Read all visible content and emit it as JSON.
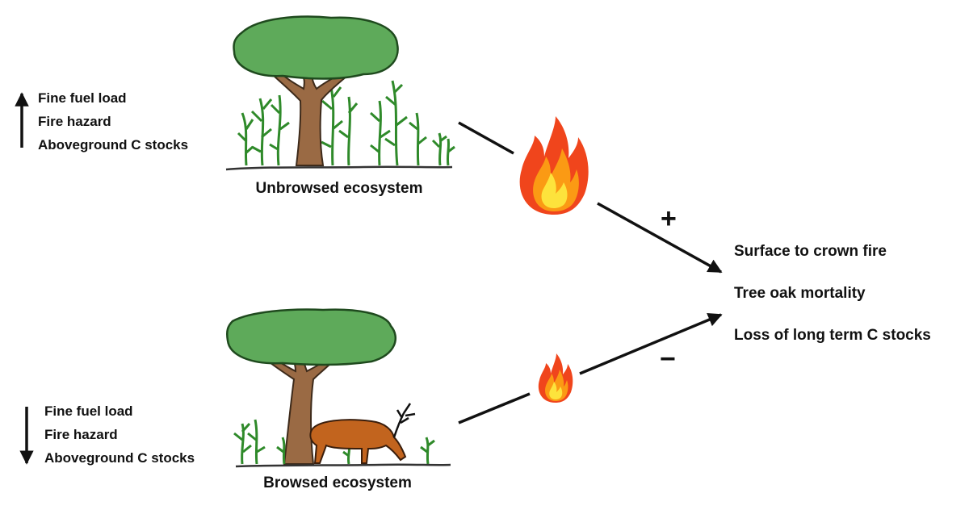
{
  "top_panel": {
    "indicators": [
      "Fine fuel load",
      "Fire hazard",
      "Aboveground C stocks"
    ],
    "trend": "up",
    "caption": "Unbrowsed ecosystem"
  },
  "bottom_panel": {
    "indicators": [
      "Fine fuel load",
      "Fire hazard",
      "Aboveground C stocks"
    ],
    "trend": "down",
    "caption": "Browsed ecosystem"
  },
  "effects": {
    "top_sign": "+",
    "bottom_sign": "−"
  },
  "outcomes": [
    "Surface to crown fire",
    "Tree oak mortality",
    "Loss of long term C stocks"
  ],
  "colors": {
    "canopy": "#5eaa5a",
    "trunk": "#9a6a44",
    "shrub": "#2f8a2a",
    "deer": "#c2641e",
    "flame_outer": "#f0451c",
    "flame_mid": "#fb9a14",
    "flame_inner": "#fde33c"
  }
}
